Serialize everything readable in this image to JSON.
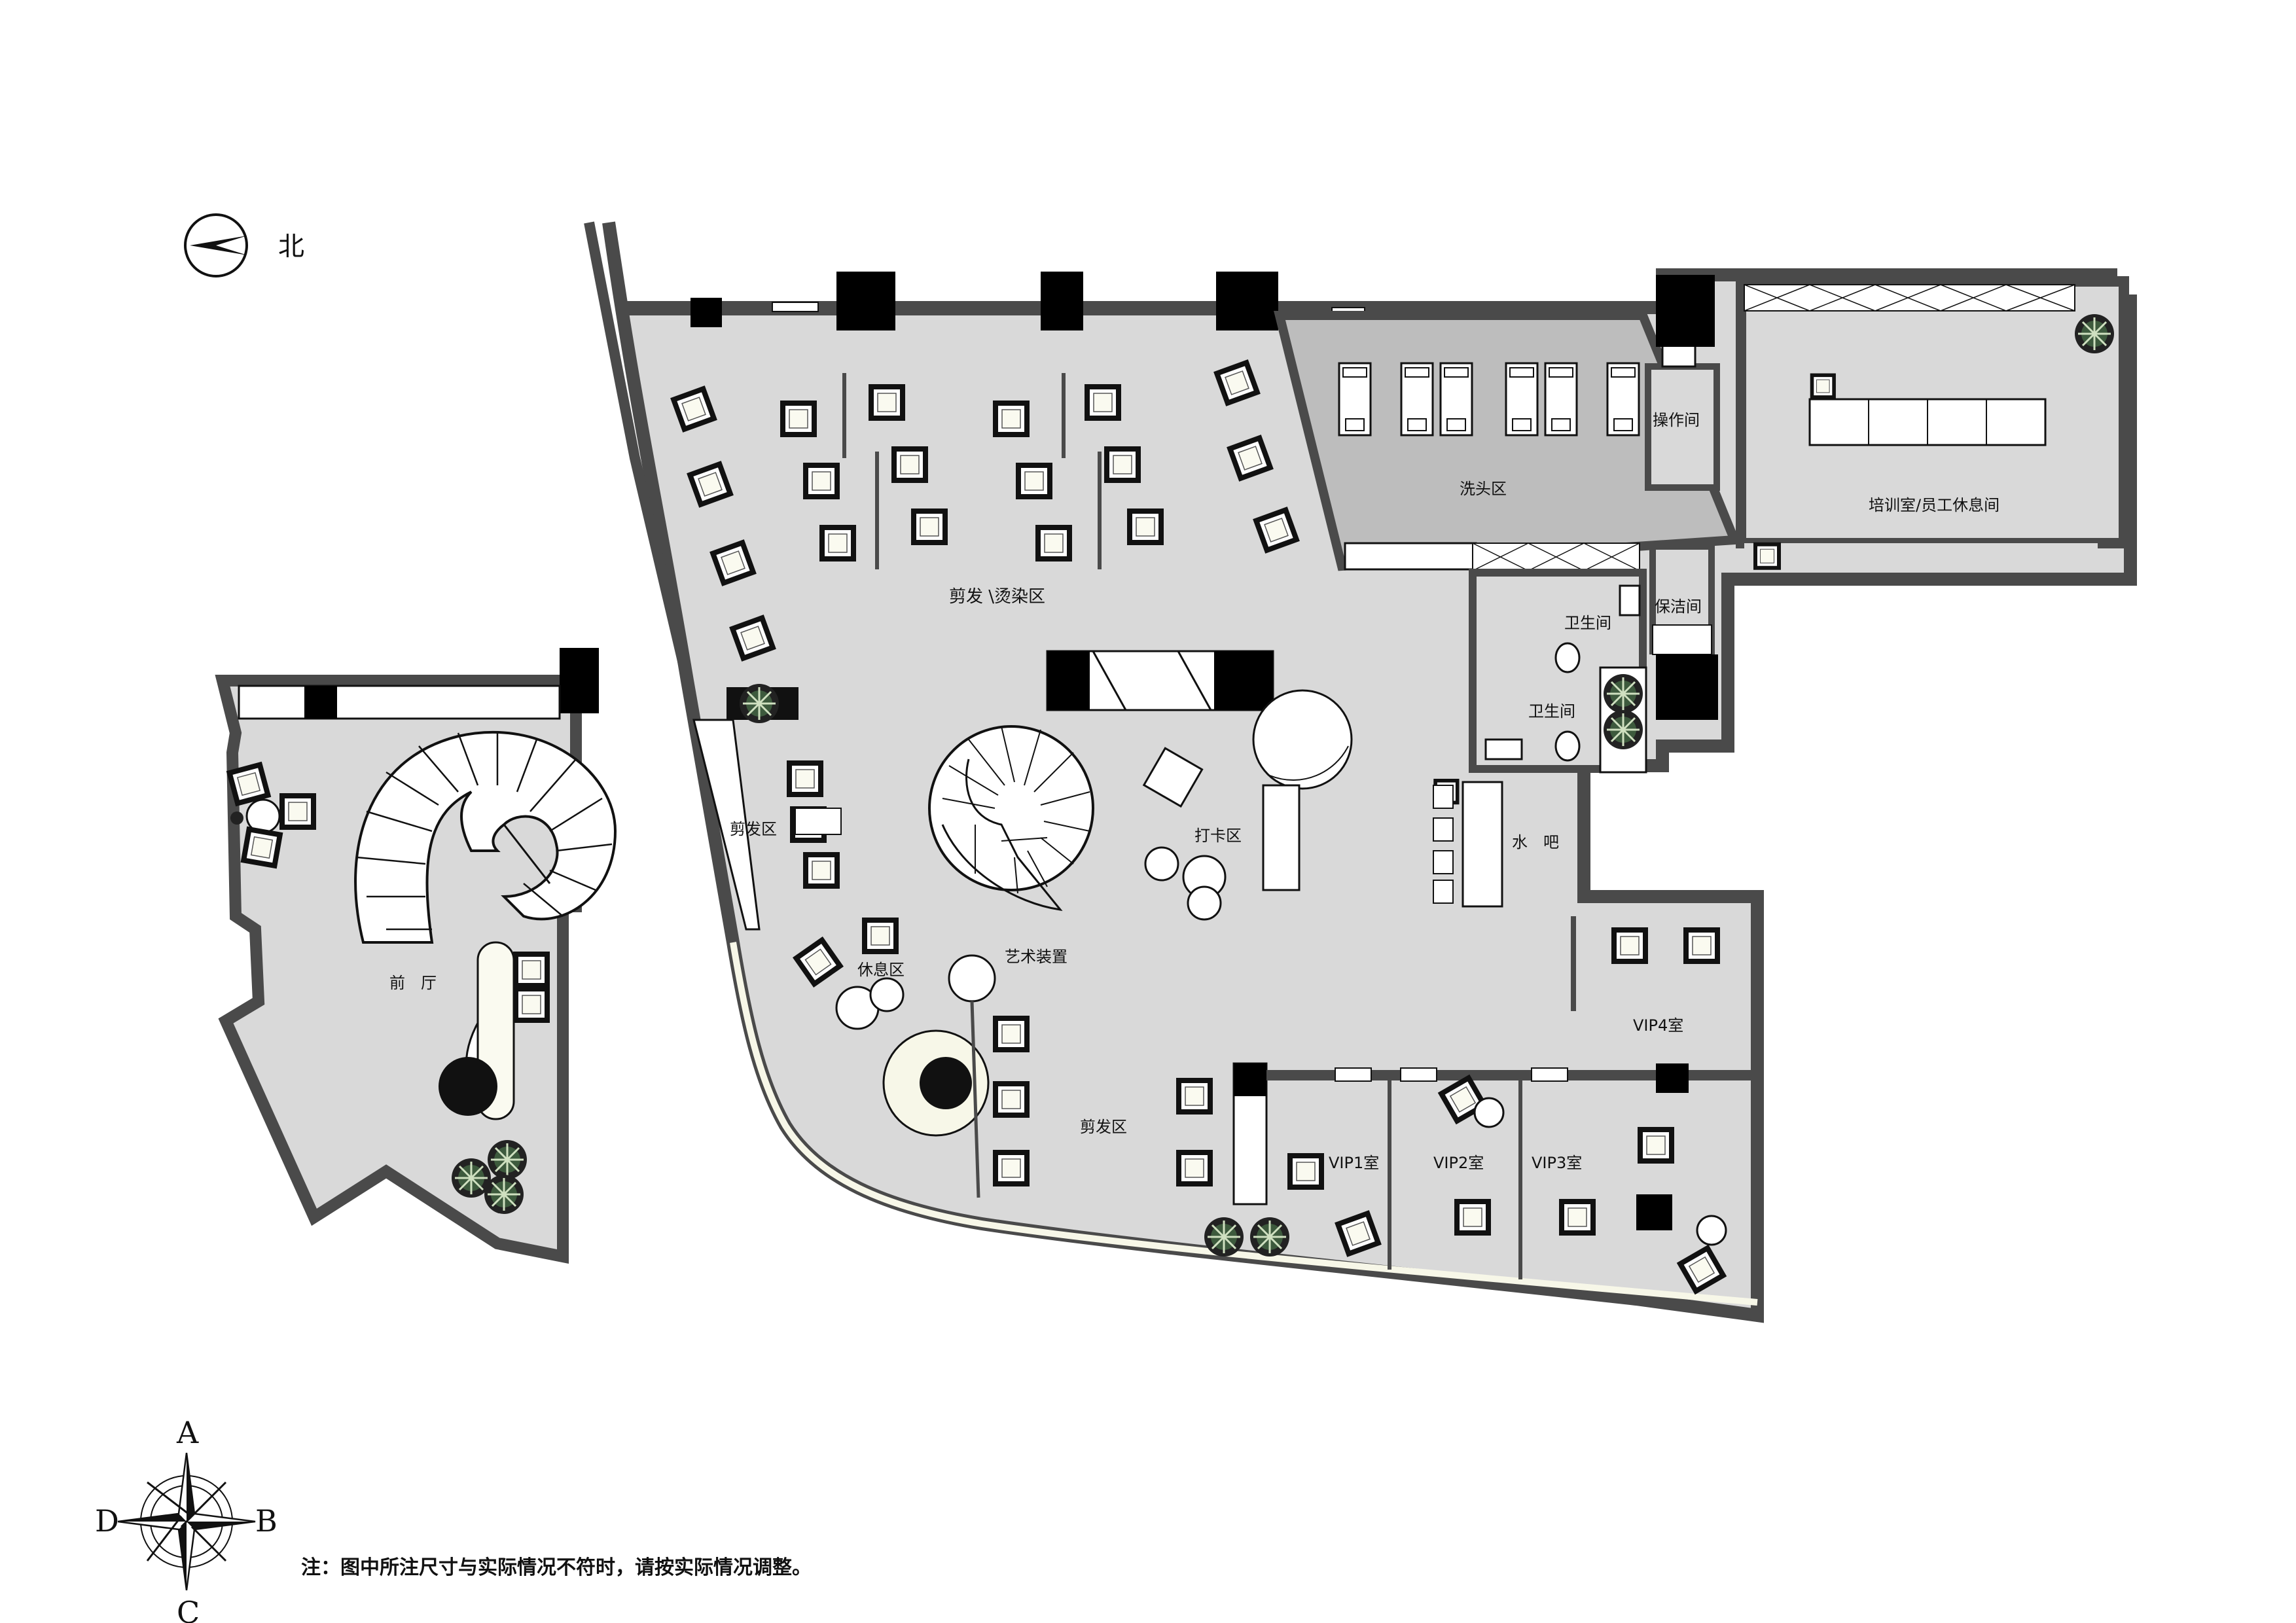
{
  "north": {
    "label": "北"
  },
  "rooms": {
    "front_hall": "前　厅",
    "cut_dye": "剪发 \\烫染区",
    "wash": "洗头区",
    "operation": "操作间",
    "training": "培训室/员工休息间",
    "cleaning": "保洁间",
    "wc1": "卫生间",
    "wc2": "卫生间",
    "cut_left": "剪发区",
    "checkin": "打卡区",
    "water_bar": "水　吧",
    "rest": "休息区",
    "art": "艺术装置",
    "cut_bottom": "剪发区",
    "vip4": "VIP4室",
    "vip1": "VIP1室",
    "vip2": "VIP2室",
    "vip3": "VIP3室"
  },
  "compass": {
    "a": "A",
    "b": "B",
    "c": "C",
    "d": "D"
  },
  "note": "注：图中所注尺寸与实际情况不符时，请按实际情况调整。",
  "colors": {
    "floor": "#d9d9d9",
    "wall": "#4a4a4a",
    "column": "#000000",
    "furniture": "#ffffff",
    "accent": "#f7f7e8"
  }
}
